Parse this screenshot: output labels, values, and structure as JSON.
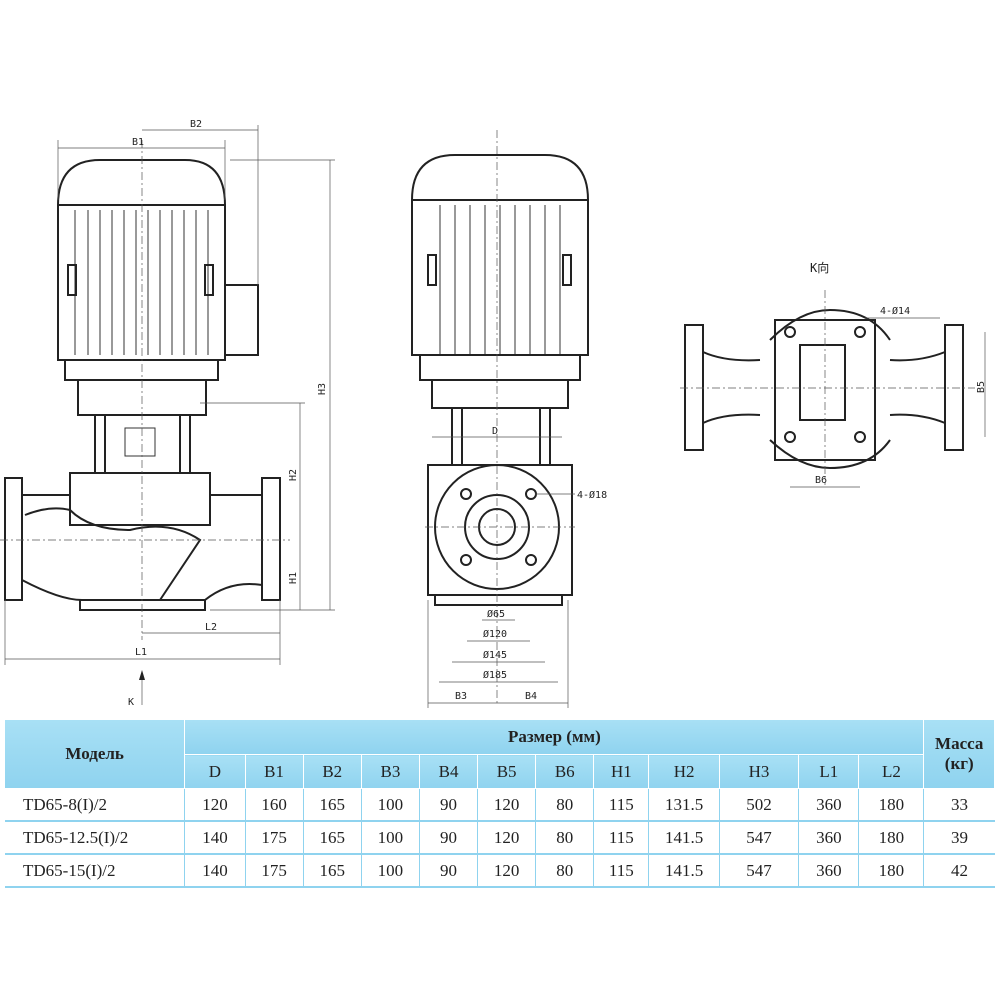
{
  "drawing": {
    "labels": {
      "b1": "B1",
      "b2": "B2",
      "h1": "H1",
      "h2": "H2",
      "h3": "H3",
      "l1": "L1",
      "l2": "L2",
      "k": "K",
      "d": "D",
      "holes_front": "4-Ø18",
      "d65": "Ø65",
      "d120": "Ø120",
      "d145": "Ø145",
      "d185": "Ø185",
      "b3": "B3",
      "b4": "B4",
      "k_view": "K向",
      "holes_base": "4-Ø14",
      "b5": "B5",
      "b6": "B6"
    }
  },
  "table": {
    "model_header": "Модель",
    "size_header": "Размер (мм)",
    "mass_header": "Масса (кг)",
    "columns": [
      "D",
      "B1",
      "B2",
      "B3",
      "B4",
      "B5",
      "B6",
      "H1",
      "H2",
      "H3",
      "L1",
      "L2"
    ],
    "rows": [
      {
        "model": "TD65-8(I)/2",
        "values": [
          "120",
          "160",
          "165",
          "100",
          "90",
          "120",
          "80",
          "115",
          "131.5",
          "502",
          "360",
          "180"
        ],
        "mass": "33"
      },
      {
        "model": "TD65-12.5(I)/2",
        "values": [
          "140",
          "175",
          "165",
          "100",
          "90",
          "120",
          "80",
          "115",
          "141.5",
          "547",
          "360",
          "180"
        ],
        "mass": "39"
      },
      {
        "model": "TD65-15(I)/2",
        "values": [
          "140",
          "175",
          "165",
          "100",
          "90",
          "120",
          "80",
          "115",
          "141.5",
          "547",
          "360",
          "180"
        ],
        "mass": "42"
      }
    ]
  }
}
